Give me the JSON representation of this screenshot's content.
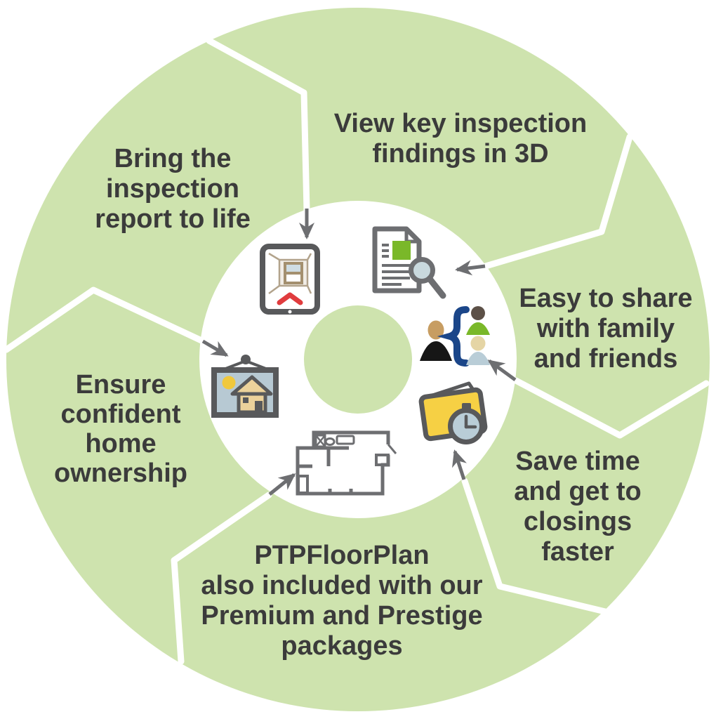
{
  "diagram": {
    "type": "circular-cycle-infographic",
    "colors": {
      "ring_green": "#cee3ae",
      "center_dot_green": "#cee3ae",
      "divider_white": "#ffffff",
      "text_dark": "#3b3b3b",
      "arrow_gray": "#6d6e71",
      "icon_dark_gray": "#58595b",
      "accent_green": "#7ab829",
      "accent_navy": "#1b4689",
      "folder_yellow": "#f6d044",
      "light_blue": "#b9cdd7",
      "red": "#e03c3e"
    },
    "segments": [
      {
        "id": "bring-report",
        "lines": [
          "Bring the",
          "inspection",
          "report to life"
        ]
      },
      {
        "id": "view-3d",
        "lines": [
          "View key inspection",
          "findings in 3D"
        ]
      },
      {
        "id": "easy-share",
        "lines": [
          "Easy to share",
          "with family",
          "and friends"
        ]
      },
      {
        "id": "save-time",
        "lines": [
          "Save time",
          "and get to",
          "closings",
          "faster"
        ]
      },
      {
        "id": "floorplan-note",
        "lines": [
          "PTPFloorPlan",
          "also included with our",
          "Premium and Prestige",
          "packages"
        ]
      },
      {
        "id": "ownership",
        "lines": [
          "Ensure",
          "confident",
          "home",
          "ownership"
        ]
      }
    ],
    "icons": [
      "tablet-room-icon",
      "inspection-report-magnifier-icon",
      "family-share-icon",
      "folder-stopwatch-icon",
      "floor-plan-icon",
      "framed-house-icon"
    ]
  }
}
